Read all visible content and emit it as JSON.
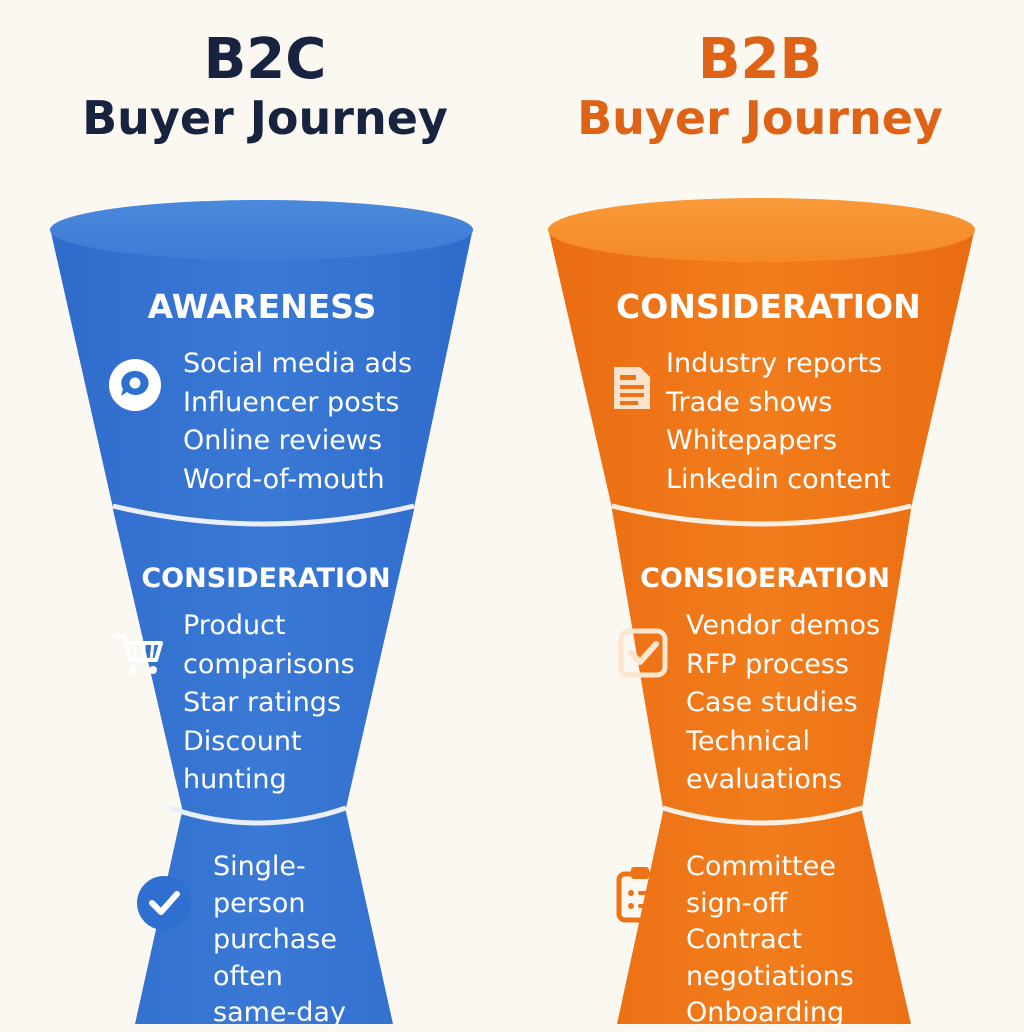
{
  "colors": {
    "background": "#fbf8f2",
    "b2c_title": "#17233f",
    "b2c_funnel": "#2f6fd0",
    "b2b_title": "#de6316",
    "b2b_funnel": "#ee7316"
  },
  "b2c": {
    "title_line1": "B2C",
    "title_line2": "Buyer Journey",
    "stages": [
      {
        "label": "AWARENESS",
        "icon": "chat-bubble-icon",
        "items": [
          "Social media ads",
          "Influencer posts",
          "Online reviews",
          "Word-of-mouth"
        ]
      },
      {
        "label": "CONSIDERATION",
        "icon": "shopping-cart-icon",
        "items": [
          "Product",
          "comparisons",
          "Star ratings",
          "Discount",
          "hunting"
        ]
      },
      {
        "label": "",
        "icon": "checkmark-circle-icon",
        "items": [
          "Single-",
          "person",
          "purchase",
          "often",
          "same-day"
        ]
      }
    ]
  },
  "b2b": {
    "title_line1": "B2B",
    "title_line2": "Buyer Journey",
    "stages": [
      {
        "label": "CONSIDERATION",
        "icon": "document-icon",
        "items": [
          "Industry reports",
          "Trade shows",
          "Whitepapers",
          "Linkedin content"
        ]
      },
      {
        "label": "CONSIOERATION",
        "icon": "checkbox-icon",
        "items": [
          "Vendor demos",
          "RFP process",
          "Case studies",
          "Technical",
          "evaluations"
        ]
      },
      {
        "label": "",
        "icon": "clipboard-icon",
        "items": [
          "Committee",
          "sign-off",
          "Contract",
          "negotiations",
          "Onboarding"
        ]
      }
    ]
  }
}
